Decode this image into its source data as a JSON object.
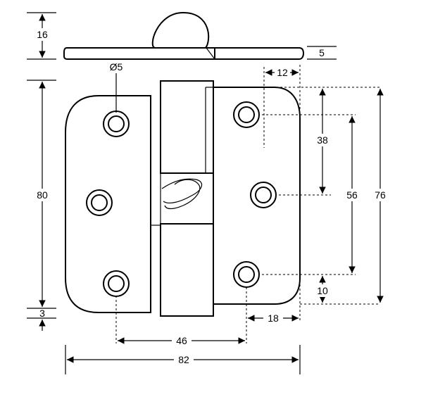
{
  "diagram": {
    "dimensions": {
      "top_thickness": "16",
      "plate_thickness": "5",
      "hole_diameter": "Ø5",
      "offset_top_right": "12",
      "hole_spacing_upper": "38",
      "hole_spacing_outer": "56",
      "overall_height_right": "76",
      "height_left": "80",
      "bottom_offset_left": "3",
      "bottom_offset_right": "10",
      "hole_to_edge_right": "18",
      "hole_pitch_bottom": "46",
      "overall_width": "82"
    },
    "colors": {
      "line": "#000000",
      "background": "#ffffff"
    }
  }
}
